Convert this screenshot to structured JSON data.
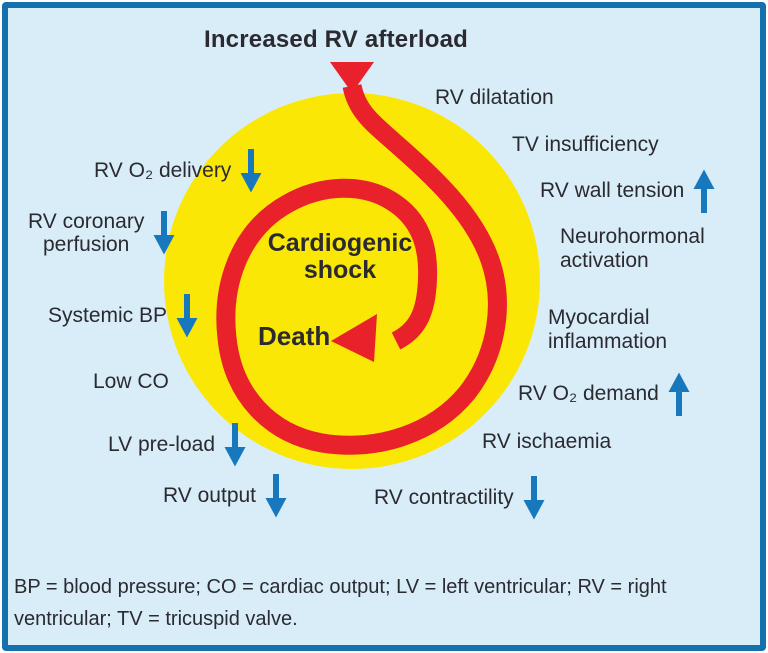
{
  "title": "Increased RV afterload",
  "center": {
    "shock_line1": "Cardiogenic",
    "shock_line2": "shock",
    "death": "Death"
  },
  "labels": [
    {
      "name": "rv-o2-delivery",
      "lines": [
        "RV O₂ delivery"
      ],
      "arrow": "down"
    },
    {
      "name": "rv-coronary-perfusion",
      "lines": [
        "RV coronary",
        "perfusion"
      ],
      "arrow": "down"
    },
    {
      "name": "systemic-bp",
      "lines": [
        "Systemic BP"
      ],
      "arrow": "down"
    },
    {
      "name": "low-co",
      "lines": [
        "Low CO"
      ],
      "arrow": "none"
    },
    {
      "name": "lv-pre-load",
      "lines": [
        "LV pre-load"
      ],
      "arrow": "down"
    },
    {
      "name": "rv-output",
      "lines": [
        "RV output"
      ],
      "arrow": "down"
    },
    {
      "name": "rv-dilatation",
      "lines": [
        "RV dilatation"
      ],
      "arrow": "none"
    },
    {
      "name": "tv-insufficiency",
      "lines": [
        "TV insufficiency"
      ],
      "arrow": "none"
    },
    {
      "name": "rv-wall-tension",
      "lines": [
        "RV wall tension"
      ],
      "arrow": "up"
    },
    {
      "name": "neurohormonal-activation",
      "lines": [
        "Neurohormonal",
        "activation"
      ],
      "arrow": "none"
    },
    {
      "name": "myocardial-inflammation",
      "lines": [
        "Myocardial",
        "inflammation"
      ],
      "arrow": "none"
    },
    {
      "name": "rv-o2-demand",
      "lines": [
        "RV O₂ demand"
      ],
      "arrow": "up"
    },
    {
      "name": "rv-ischaemia",
      "lines": [
        "RV ischaemia"
      ],
      "arrow": "none"
    },
    {
      "name": "rv-contractility",
      "lines": [
        "RV contractility"
      ],
      "arrow": "down"
    }
  ],
  "footer": "BP = blood pressure; CO = cardiac output; LV = left ventricular; RV = right ventricular; TV = tricuspid valve.",
  "colors": {
    "panel_bg": "#d8edf8",
    "border_blue": "#1571ad",
    "circle_yellow": "#fbe706",
    "spiral_red": "#e8212b",
    "arrow_blue": "#1878be",
    "text_ink": "#2b2a31"
  }
}
